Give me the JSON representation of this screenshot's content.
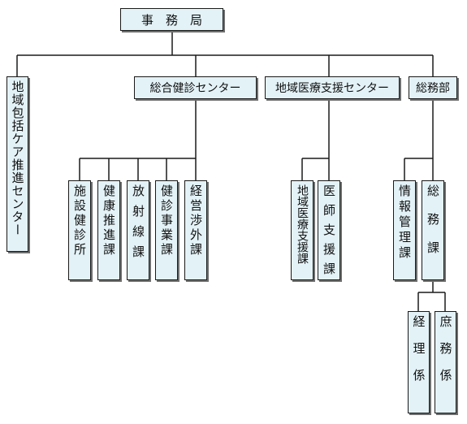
{
  "colors": {
    "box_fill": "#e3f2f7",
    "border": "#1a1a1a",
    "shadow": "#6e6e6e",
    "line": "#1a1a1a"
  },
  "root": {
    "label": "事　務　局"
  },
  "community_center": {
    "label": "地域包括ケア推進センター"
  },
  "health_center": {
    "label": "総合健診センター",
    "units": [
      {
        "label": "施設健診所"
      },
      {
        "label": "健康推進課"
      },
      {
        "label": "放射線課"
      },
      {
        "label": "健診事業課"
      },
      {
        "label": "経営渉外課"
      }
    ]
  },
  "medical_support_center": {
    "label": "地域医療支援センター",
    "units": [
      {
        "label": "地域医療支援課"
      },
      {
        "label": "医師支援課"
      }
    ]
  },
  "general_affairs": {
    "label": "総務部",
    "units": [
      {
        "label": "情報管理課"
      },
      {
        "label": "総務課"
      }
    ],
    "sections": [
      {
        "label": "経理係"
      },
      {
        "label": "庶務係"
      }
    ]
  }
}
